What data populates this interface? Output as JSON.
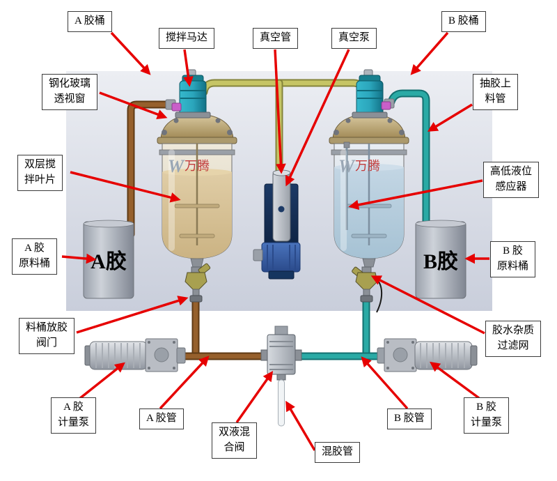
{
  "diagram": {
    "labels": {
      "a_barrel": "A 胶桶",
      "mixer_motor": "搅拌马达",
      "vacuum_tube": "真空管",
      "vacuum_pump": "真空泵",
      "b_barrel": "B 胶桶",
      "glass_window": "钢化玻璃\n透视窗",
      "feed_tube": "抽胶上\n料管",
      "stir_blades": "双层搅\n拌叶片",
      "level_sensor": "高低液位\n感应器",
      "a_material_barrel": "A 胶\n原料桶",
      "b_material_barrel": "B 胶\n原料桶",
      "drain_valve": "料桶放胶\n阀门",
      "impurity_filter": "胶水杂质\n过滤网",
      "a_metering_pump": "A 胶\n计量泵",
      "a_tube": "A 胶管",
      "mixing_valve": "双液混\n合阀",
      "mixing_tube": "混胶管",
      "b_tube": "B 胶管",
      "b_metering_pump": "B 胶\n计量泵"
    },
    "machine_text": {
      "a_glue": "A胶",
      "b_glue": "B胶",
      "watermark_logo": "W",
      "watermark": "万腾"
    },
    "colors": {
      "arrow_red": "#e60000",
      "pipe_a_brown": "#96602c",
      "pipe_b_teal": "#2aaaa5",
      "vacuum_pipe_yellow": "#c6c565",
      "liquid_a": "#d9c49c",
      "liquid_b": "#b7cede",
      "motor_teal": "#2ba6bc",
      "pump_navy": "#16355f"
    }
  }
}
